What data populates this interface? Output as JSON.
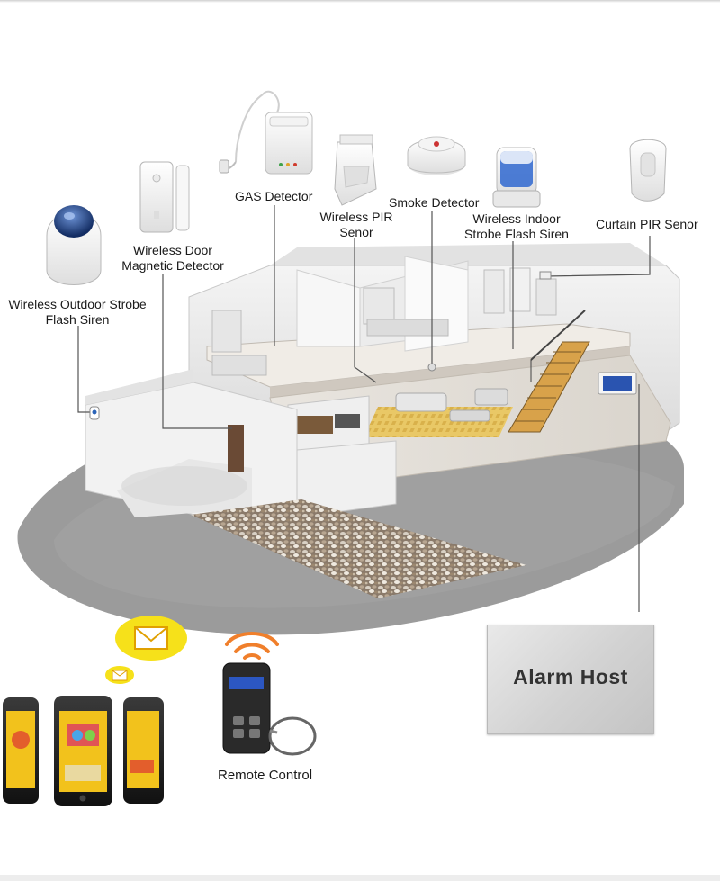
{
  "labels": {
    "gas_detector": "GAS Detector",
    "wireless_pir": [
      "Wireless PIR",
      "Senor"
    ],
    "smoke_detector": "Smoke Detector",
    "indoor_siren": [
      "Wireless Indoor",
      "Strobe Flash Siren"
    ],
    "curtain_pir": "Curtain PIR Senor",
    "door_detector": [
      "Wireless Door",
      "Magnetic Detector"
    ],
    "outdoor_siren": [
      "Wireless Outdoor Strobe",
      "Flash Siren"
    ],
    "remote_control": "Remote Control",
    "alarm_host": "Alarm Host"
  },
  "colors": {
    "ground": "#9b9b9b",
    "envelope_bubble": "#f6e11a",
    "wifi_arcs": "#f07f2b",
    "phone_screen": "#f2c21c",
    "siren_blue": "#2b64b8"
  },
  "icons": [
    "envelope-icon",
    "wifi-signal-icon"
  ]
}
